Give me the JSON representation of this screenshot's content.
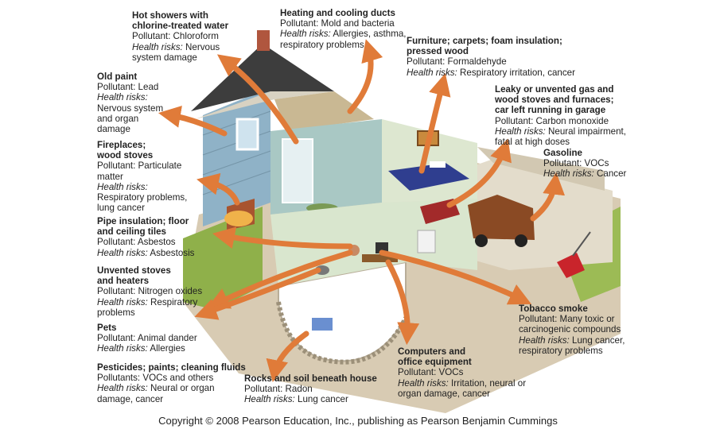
{
  "risk_label": "Health risks:",
  "callouts": [
    {
      "id": "hot-showers",
      "heading": [
        "Hot showers with",
        "chlorine-treated water"
      ],
      "pollutant": "Pollutant: Chloroform",
      "risk": "Nervous",
      "extra": [
        "system damage"
      ]
    },
    {
      "id": "heating-ducts",
      "heading": [
        "Heating and cooling ducts"
      ],
      "pollutant": "Pollutant: Mold and bacteria",
      "risk": "Allergies, asthma,",
      "extra": [
        "respiratory problems"
      ]
    },
    {
      "id": "furniture",
      "heading": [
        "Furniture; carpets; foam insulation;",
        "pressed wood"
      ],
      "pollutant": "Pollutant: Formaldehyde",
      "risk": "Respiratory irritation, cancer",
      "extra": []
    },
    {
      "id": "old-paint",
      "heading": [
        "Old paint"
      ],
      "pollutant": "Pollutant: Lead",
      "risk": "",
      "extra": [
        "Nervous system",
        "and organ",
        "damage"
      ]
    },
    {
      "id": "leaky-stoves",
      "heading": [
        "Leaky or unvented gas and",
        "wood stoves and furnaces;",
        "car left running in garage"
      ],
      "pollutant": "Pollutant: Carbon monoxide",
      "risk": "Neural impairment,",
      "extra": [
        "fatal at high doses"
      ]
    },
    {
      "id": "fireplaces",
      "heading": [
        "Fireplaces;",
        "wood stoves"
      ],
      "pollutant": "Pollutant: Particulate",
      "pollutant2": "matter",
      "risk": "",
      "extra": [
        "Respiratory problems,",
        "lung cancer"
      ]
    },
    {
      "id": "gasoline",
      "heading": [
        "Gasoline"
      ],
      "pollutant": "Pollutant: VOCs",
      "risk": "Cancer",
      "extra": []
    },
    {
      "id": "pipe-insulation",
      "heading": [
        "Pipe insulation; floor",
        "and ceiling tiles"
      ],
      "pollutant": "Pollutant: Asbestos",
      "risk": "Asbestosis",
      "extra": []
    },
    {
      "id": "unvented-stoves",
      "heading": [
        "Unvented stoves",
        "and heaters"
      ],
      "pollutant": "Pollutant: Nitrogen oxides",
      "risk": "Respiratory",
      "extra": [
        "problems"
      ]
    },
    {
      "id": "tobacco",
      "heading": [
        "Tobacco smoke"
      ],
      "pollutant": "Pollutant: Many toxic or",
      "pollutant2": "carcinogenic compounds",
      "risk": "Lung cancer,",
      "extra": [
        "respiratory problems"
      ]
    },
    {
      "id": "pets",
      "heading": [
        "Pets"
      ],
      "pollutant": "Pollutant: Animal dander",
      "risk": "Allergies",
      "extra": []
    },
    {
      "id": "computers",
      "heading": [
        "Computers and",
        "office equipment"
      ],
      "pollutant": "Pollutant: VOCs",
      "risk": "Irritation, neural or",
      "extra": [
        "organ damage, cancer"
      ]
    },
    {
      "id": "pesticides",
      "heading": [
        "Pesticides; paints; cleaning fluids"
      ],
      "pollutant": "Pollutants: VOCs and others",
      "risk": "Neural or organ",
      "extra": [
        "damage, cancer"
      ]
    },
    {
      "id": "radon",
      "heading": [
        "Rocks and soil beneath house"
      ],
      "pollutant": "Pollutant: Radon",
      "risk": "Lung cancer",
      "extra": []
    }
  ],
  "copyright": "Copyright © 2008 Pearson Education, Inc., publishing as Pearson Benjamin Cummings",
  "colors": {
    "arrow": "#e07b39",
    "roof": "#3d3d3d",
    "siding": "#8fb2c7",
    "wall_inner": "#d9e6ce",
    "ground": "#d8cbb3",
    "grass": "#8fb04a",
    "basement": "#ffffff",
    "car": "#8a4a24",
    "bed": "#2f3e8f"
  }
}
